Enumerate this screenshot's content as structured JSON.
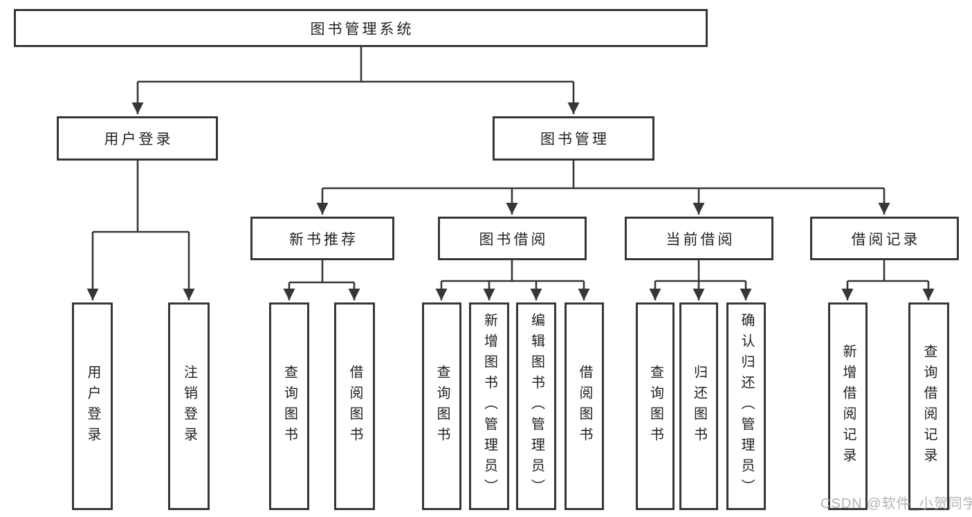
{
  "diagram": {
    "title": "图书管理系统",
    "root": {
      "label": "图书管理系统"
    },
    "level2": [
      {
        "label": "用户登录",
        "parent": "图书管理系统"
      },
      {
        "label": "图书管理",
        "parent": "图书管理系统"
      }
    ],
    "level3": [
      {
        "label": "新书推荐",
        "parent": "图书管理"
      },
      {
        "label": "图书借阅",
        "parent": "图书管理"
      },
      {
        "label": "当前借阅",
        "parent": "图书管理"
      },
      {
        "label": "借阅记录",
        "parent": "图书管理"
      }
    ],
    "leaves": [
      {
        "label": "用户登录",
        "parent": "用户登录"
      },
      {
        "label": "注销登录",
        "parent": "用户登录"
      },
      {
        "label": "查询图书",
        "parent": "新书推荐"
      },
      {
        "label": "借阅图书",
        "parent": "新书推荐"
      },
      {
        "label": "查询图书",
        "parent": "图书借阅"
      },
      {
        "label": "新增图书（管理员）",
        "parent": "图书借阅"
      },
      {
        "label": "编辑图书（管理员）",
        "parent": "图书借阅"
      },
      {
        "label": "借阅图书",
        "parent": "图书借阅"
      },
      {
        "label": "查询图书",
        "parent": "当前借阅"
      },
      {
        "label": "归还图书",
        "parent": "当前借阅"
      },
      {
        "label": "确认归还（管理员）",
        "parent": "当前借阅"
      },
      {
        "label": "新增借阅记录",
        "parent": "借阅记录"
      },
      {
        "label": "查询借阅记录",
        "parent": "借阅记录"
      }
    ],
    "colors": {
      "line": "#363636",
      "box_background": "#ffffff",
      "text": "#222222",
      "watermark": "#a9a9a9"
    }
  },
  "watermark": {
    "text": "CSDN @软件_小贺同学"
  }
}
